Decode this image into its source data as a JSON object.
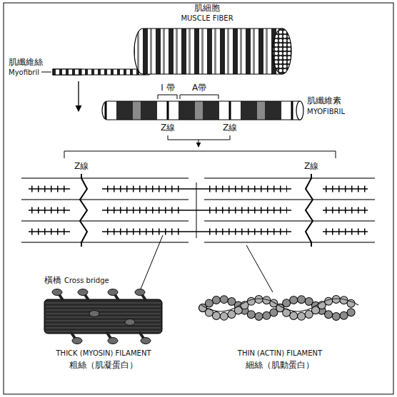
{
  "diagram": {
    "labels": [
      "肌細胞",
      "MUSCLE FIBER",
      "肌纖維絲",
      "Myofibril",
      "I 帶",
      "A帶",
      "肌纖維素",
      "MYOFIBRIL",
      "Z線",
      "Z線",
      "Z線",
      "Z線",
      "橫橋",
      "Cross bridge",
      "THICK (MYOSIN) FILAMENT",
      "粗絲（肌凝蛋白）",
      "THIN (ACTIN) FILAMENT",
      "細絲（肌動蛋白）"
    ]
  }
}
